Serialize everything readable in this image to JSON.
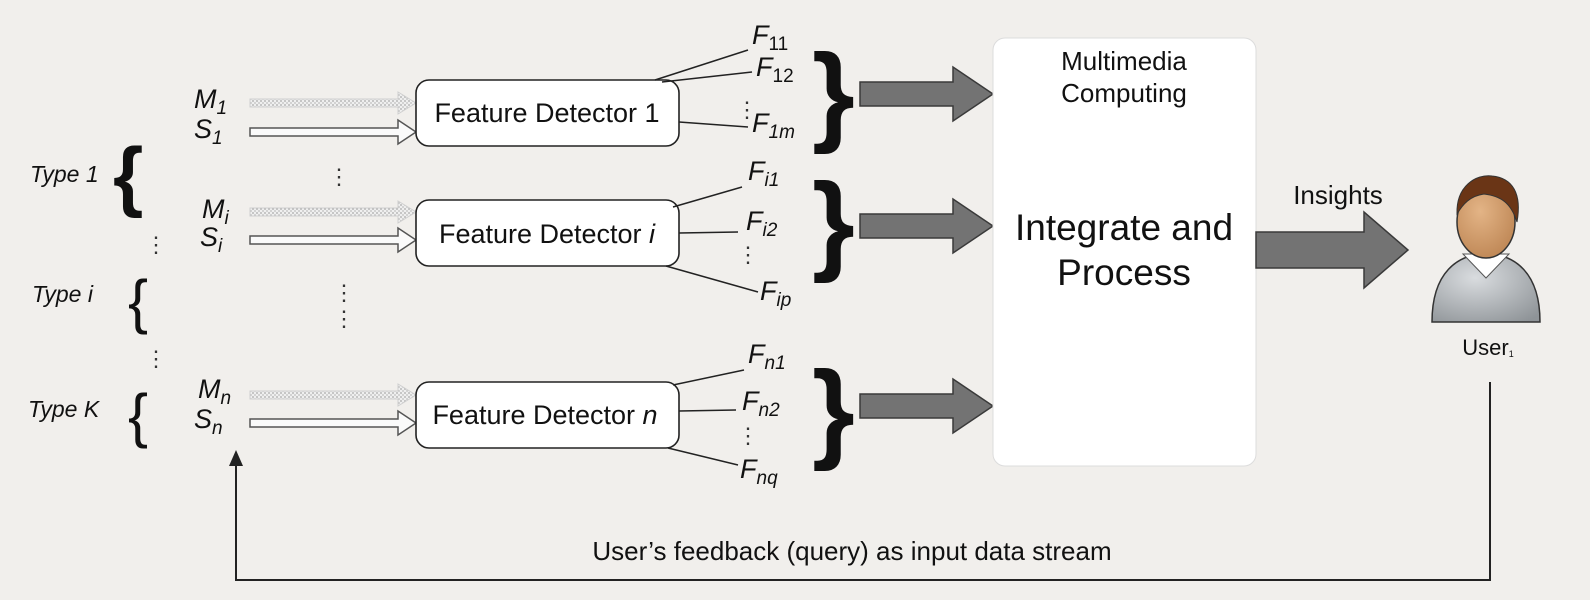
{
  "types": [
    {
      "label": "Type 1",
      "brace": "{"
    },
    {
      "label": "Type i",
      "brace": "{"
    },
    {
      "label": "Type K",
      "brace": "{"
    }
  ],
  "streams": [
    {
      "m_base": "M",
      "m_sub": "1",
      "s_base": "S",
      "s_sub": "1"
    },
    {
      "m_base": "M",
      "m_sub": "i",
      "s_base": "S",
      "s_sub": "i"
    },
    {
      "m_base": "M",
      "m_sub": "n",
      "s_base": "S",
      "s_sub": "n"
    }
  ],
  "detectors": [
    {
      "prefix": "Feature Detector ",
      "suffix": "1"
    },
    {
      "prefix": "Feature Detector ",
      "suffix": "i"
    },
    {
      "prefix": "Feature Detector ",
      "suffix": "n"
    }
  ],
  "features": [
    {
      "top": {
        "base": "F",
        "sub": "11"
      },
      "mid": {
        "base": "F",
        "sub": "12"
      },
      "bot": {
        "base": "F",
        "sub": "1m"
      }
    },
    {
      "top": {
        "base": "F",
        "sub": "i1"
      },
      "mid": {
        "base": "F",
        "sub": "i2"
      },
      "bot": {
        "base": "F",
        "sub": "ip"
      }
    },
    {
      "top": {
        "base": "F",
        "sub": "n1"
      },
      "mid": {
        "base": "F",
        "sub": "n2"
      },
      "bot": {
        "base": "F",
        "sub": "nq"
      }
    }
  ],
  "processing_box": {
    "header_line1": "Multimedia",
    "header_line2": "Computing",
    "title_line1": "Integrate and",
    "title_line2": "Process"
  },
  "insights_label": "Insights",
  "user": {
    "label": "User",
    "marker": "1"
  },
  "feedback_label": "User’s feedback (query) as input data stream",
  "ellipsis": "⋮",
  "colors": {
    "background": "#f1efec",
    "big_arrow_fill": "#737373",
    "big_arrow_stroke": "#3a3a3a",
    "box_fill": "#ffffff"
  }
}
